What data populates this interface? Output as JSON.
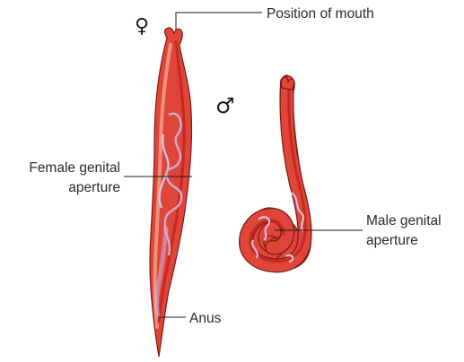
{
  "symbols": {
    "female": "♀",
    "male": "♂"
  },
  "labels": {
    "mouth": "Position of mouth",
    "female_genital_line1": "Female genital",
    "female_genital_line2": "aperture",
    "male_genital_line1": "Male genital",
    "male_genital_line2": "aperture",
    "anus": "Anus"
  },
  "colors": {
    "body_outline": "#7d1a14",
    "body_fill": "#e0453a",
    "body_highlight": "#f2a48c",
    "gut": "#c42a22",
    "reproductive_tube": "#d9c6e8",
    "reproductive_tube_edge": "#9a7ab8",
    "background": "#ffffff"
  }
}
